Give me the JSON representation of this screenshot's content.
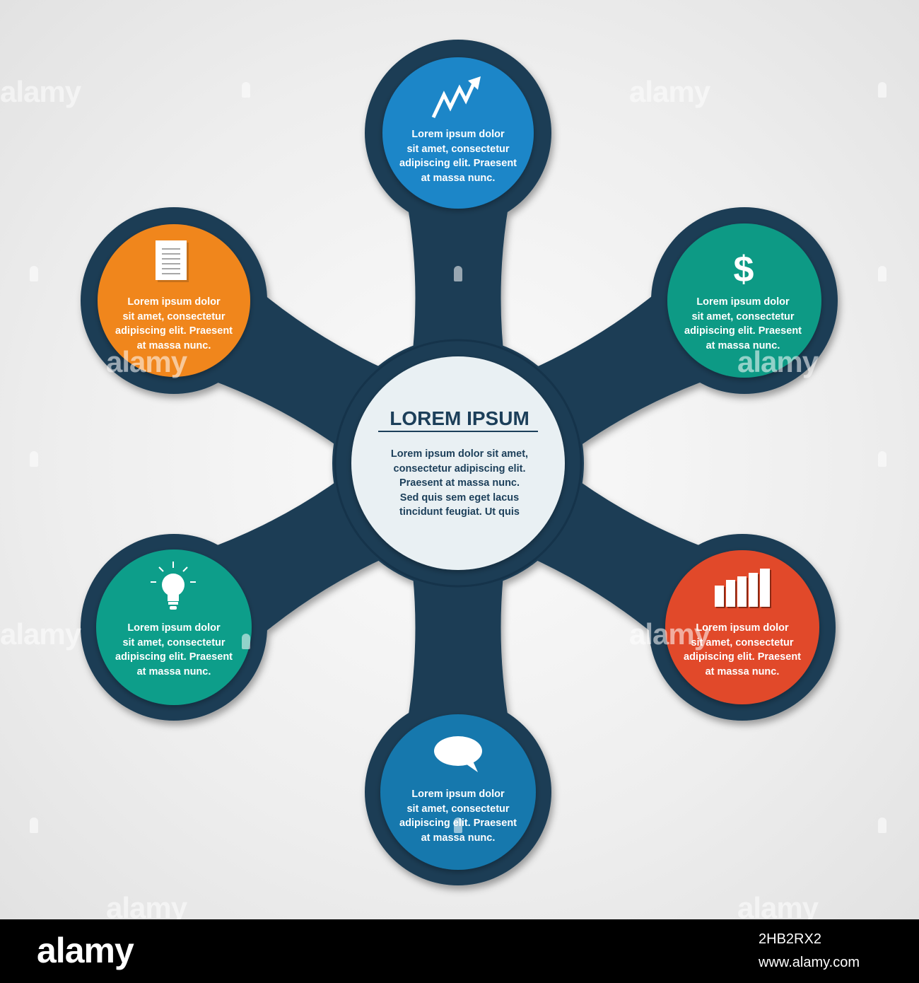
{
  "center": {
    "title": "LOREM IPSUM",
    "text": "Lorem ipsum dolor sit amet,\nconsectetur adipiscing elit.\nPraesent at massa nunc.\nSed quis sem eget lacus\ntincidunt feugiat. Ut quis"
  },
  "nodes": [
    {
      "id": "top",
      "color": "#1a86c8",
      "icon": "rising-arrow-icon",
      "text": "Lorem ipsum dolor\nsit amet, consectetur\nadipiscing elit. Praesent\nat massa nunc."
    },
    {
      "id": "upper-right",
      "color": "#0e9a85",
      "icon": "dollar-icon",
      "text": "Lorem ipsum dolor\nsit amet, consectetur\nadipiscing elit. Praesent\nat massa nunc."
    },
    {
      "id": "lower-right",
      "color": "#e1492a",
      "icon": "bar-chart-icon",
      "text": "Lorem ipsum dolor\nsit amet, consectetur\nadipiscing elit. Praesent\nat massa nunc."
    },
    {
      "id": "bottom",
      "color": "#1378ad",
      "icon": "speech-bubble-icon",
      "text": "Lorem ipsum dolor\nsit amet, consectetur\nadipiscing elit. Praesent\nat massa nunc."
    },
    {
      "id": "lower-left",
      "color": "#0f9e8a",
      "icon": "lightbulb-icon",
      "text": "Lorem ipsum dolor\nsit amet, consectetur\nadipiscing elit. Praesent\nat massa nunc."
    },
    {
      "id": "upper-left",
      "color": "#f0861f",
      "icon": "document-icon",
      "text": "Lorem ipsum dolor\nsit amet, consectetur\nadipiscing elit. Praesent\nat massa nunc."
    }
  ],
  "colors": {
    "frame": "#1b3d55",
    "center_fill": "#e9f0f3",
    "background": "#eeeeee"
  },
  "watermark": {
    "text": "alamy",
    "image_id": "2HB2RX2",
    "url": "www.alamy.com"
  }
}
